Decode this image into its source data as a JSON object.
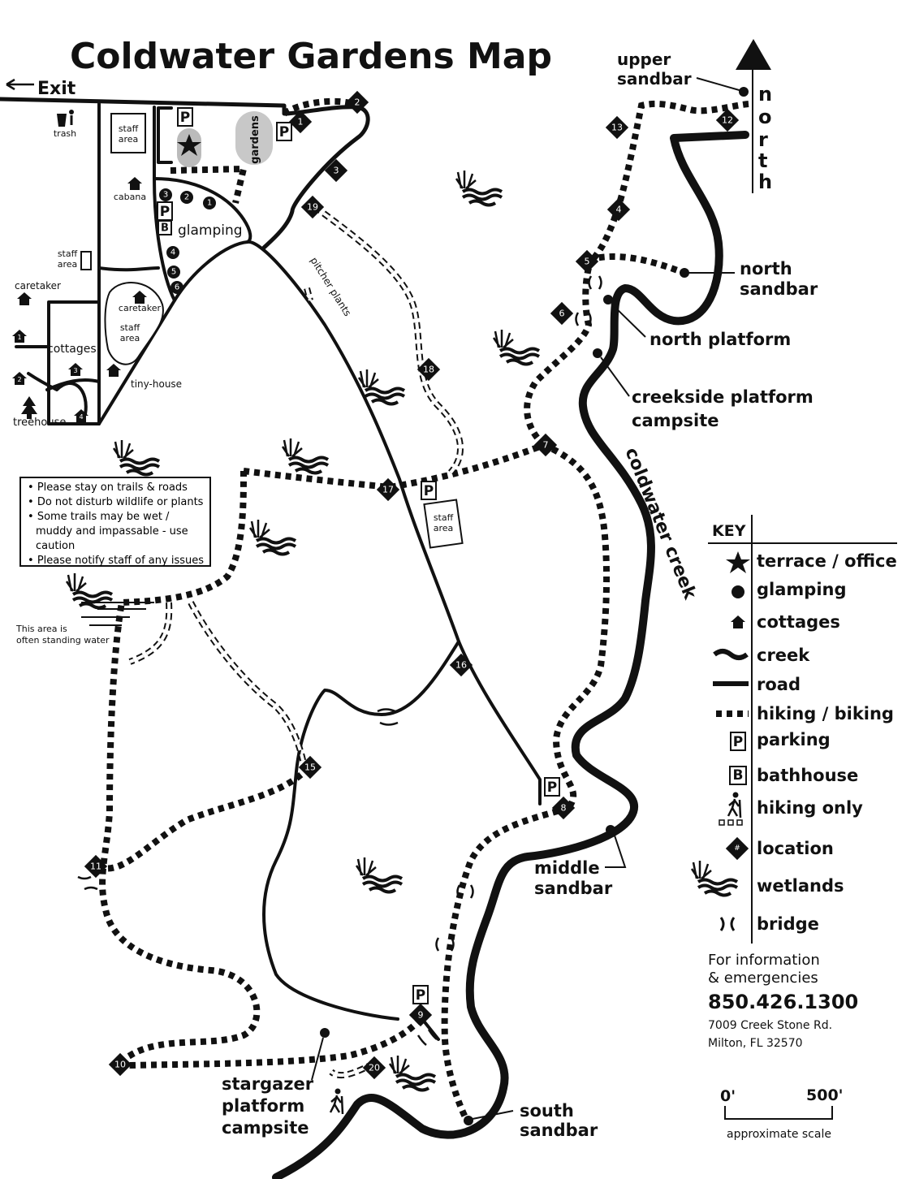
{
  "title": "Coldwater Gardens Map",
  "exit_label": "Exit",
  "north_label": [
    "n",
    "o",
    "r",
    "t",
    "h"
  ],
  "rules": [
    "Please stay on trails & roads",
    "Do not disturb wildlife or plants",
    "Some trails may be wet / muddy and impassable - use caution",
    "Please notify staff of any issues"
  ],
  "labels": {
    "trash": "trash",
    "staff_area": "staff area",
    "staff_area_2": "staff area",
    "staff_area_3": "staff area",
    "staff_area_4": "staff area",
    "gardens": "gardens",
    "cabana": "cabana",
    "glamping": "glamping",
    "caretaker": "caretaker",
    "caretaker_2": "caretaker",
    "cottages": "cottages",
    "tiny_house": "tiny-house",
    "treehouse": "treehouse",
    "pitcher_plants": "pitcher plants",
    "standing_water": [
      "This area is",
      "often standing water"
    ],
    "upper_sandbar": [
      "upper",
      "sandbar"
    ],
    "north_sandbar": [
      "north",
      "sandbar"
    ],
    "north_platform": "north platform",
    "creekside": [
      "creekside platform",
      "campsite"
    ],
    "coldwater_creek": "coldwater creek",
    "middle_sandbar": [
      "middle",
      "sandbar"
    ],
    "south_sandbar": [
      "south",
      "sandbar"
    ],
    "stargazer": [
      "stargazer",
      "platform",
      "campsite"
    ]
  },
  "key": {
    "heading": "KEY",
    "items": [
      "terrace / office",
      "glamping",
      "cottages",
      "creek",
      "road",
      "hiking / biking",
      "parking",
      "bathhouse",
      "hiking only",
      "location",
      "wetlands",
      "bridge"
    ]
  },
  "contact": {
    "line1": "For information",
    "line2": "& emergencies",
    "phone": "850.426.1300",
    "address1": "7009 Creek Stone Rd.",
    "address2": "Milton, FL 32570"
  },
  "scale": {
    "start": "0'",
    "end": "500'",
    "caption": "approximate scale"
  },
  "locations": [
    "1",
    "2",
    "3",
    "4",
    "5",
    "6",
    "7",
    "8",
    "9",
    "10",
    "11",
    "12",
    "13",
    "15",
    "16",
    "17",
    "18",
    "19",
    "20"
  ],
  "glamping_sites": [
    "1",
    "2",
    "3",
    "4",
    "5",
    "6"
  ],
  "cottage_numbers": [
    "1",
    "2",
    "3",
    "4"
  ],
  "parking_label": "P",
  "bathhouse_label": "B"
}
